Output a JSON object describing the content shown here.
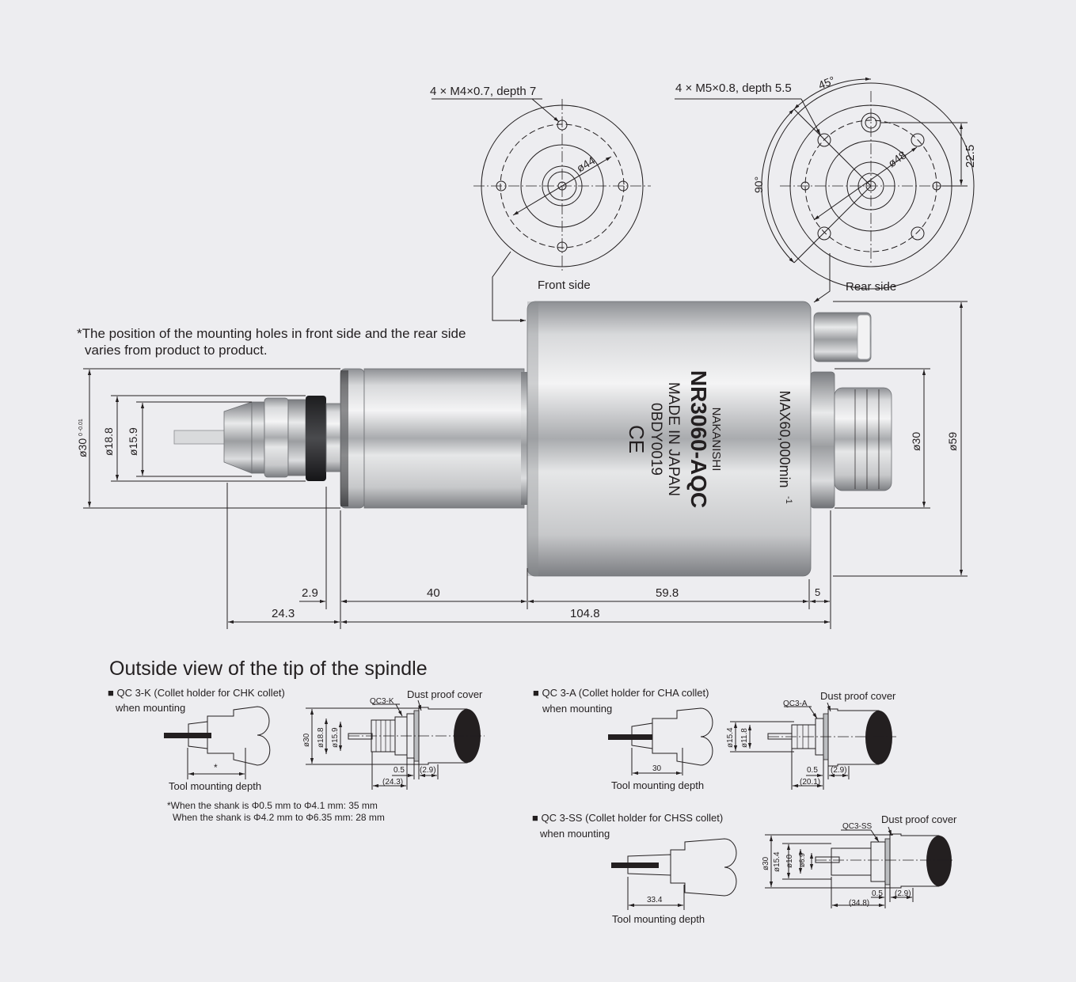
{
  "top": {
    "front_hole_label": "4 × M4×0.7, depth 7",
    "rear_hole_label": "4 × M5×0.8, depth 5.5",
    "front_dia": "ø44",
    "rear_dia": "ø48",
    "rear_angle_45": "45°",
    "rear_angle_90": "90°",
    "rear_dim_225": "22.5",
    "front_side": "Front side",
    "rear_side": "Rear side"
  },
  "note": {
    "line1": "*The position of the mounting holes in front side and the rear side",
    "line2": "varies from product to product."
  },
  "spindle": {
    "brand": "NAKANISHI",
    "model": "NR3060-AQC",
    "made_in": "MADE IN JAPAN",
    "serial": "0BDY0019",
    "ce": "CE",
    "max_speed": "MAX60,000min",
    "speed_exp": "-1"
  },
  "dims": {
    "d30_tol": "ø30",
    "tol": "0 -0.01",
    "d188": "ø18.8",
    "d159": "ø15.9",
    "d30": "ø30",
    "d59": "ø59",
    "l29": "2.9",
    "l40": "40",
    "l598": "59.8",
    "l5": "5",
    "l243": "24.3",
    "l1048": "104.8"
  },
  "tip": {
    "heading": "Outside view of the tip of the spindle",
    "k": {
      "title": "■ QC 3-K (Collet holder for CHK collet)",
      "sub": "when mounting",
      "star": "*",
      "depth": "Tool mounting depth",
      "label": "QC3-K",
      "cover": "Dust proof cover",
      "d30": "ø30",
      "d188": "ø18.8",
      "d159": "ø15.9",
      "v05": "0.5",
      "v29": "(2.9)",
      "v243": "(24.3)",
      "note1": "*When the shank is Φ0.5 mm to Φ4.1 mm: 35 mm",
      "note2": "When the shank is Φ4.2 mm to Φ6.35 mm: 28 mm"
    },
    "a": {
      "title": "■ QC 3-A (Collet holder for CHA collet)",
      "sub": "when mounting",
      "v30": "30",
      "depth": "Tool mounting depth",
      "label": "QC3-A",
      "cover": "Dust proof cover",
      "d154": "ø15.4",
      "d118": "ø11.8",
      "v05": "0.5",
      "v29": "(2.9)",
      "v201": "(20.1)"
    },
    "ss": {
      "title": "■ QC 3-SS (Collet holder for CHSS collet)",
      "sub": "when mounting",
      "v334": "33.4",
      "depth": "Tool mounting depth",
      "label": "QC3-SS",
      "cover": "Dust proof cover",
      "d30": "ø30",
      "d154": "ø15.4",
      "d10": "ø10",
      "d69": "ø6.9",
      "v05": "0.5",
      "v29": "(2.9)",
      "v348": "(34.8)"
    }
  }
}
